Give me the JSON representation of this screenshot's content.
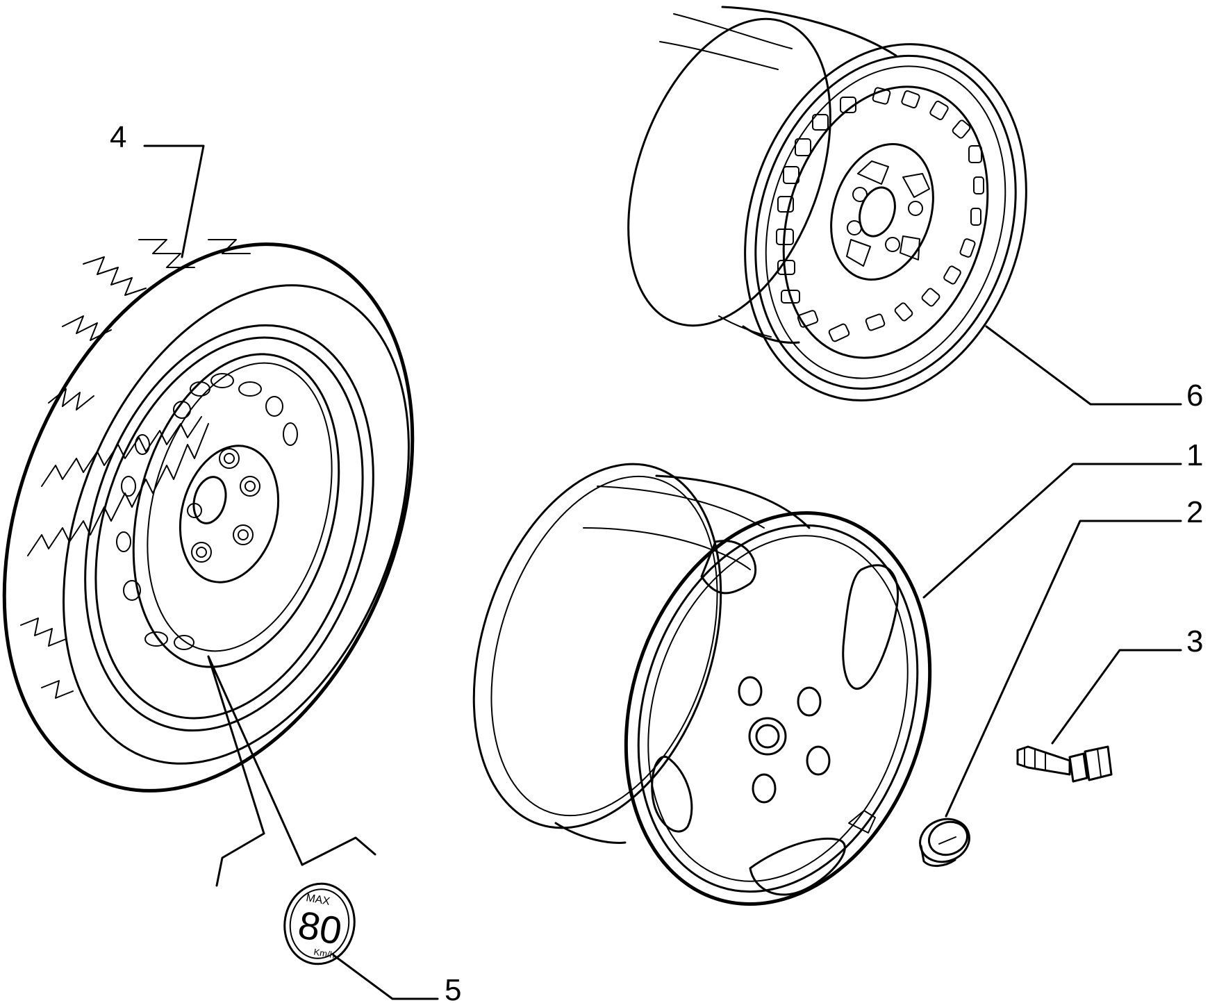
{
  "callouts": {
    "c1": "1",
    "c2": "2",
    "c3": "3",
    "c4": "4",
    "c5": "5",
    "c6": "6"
  },
  "badge": {
    "top": "MAX",
    "value": "80",
    "unit": "Km/h"
  }
}
